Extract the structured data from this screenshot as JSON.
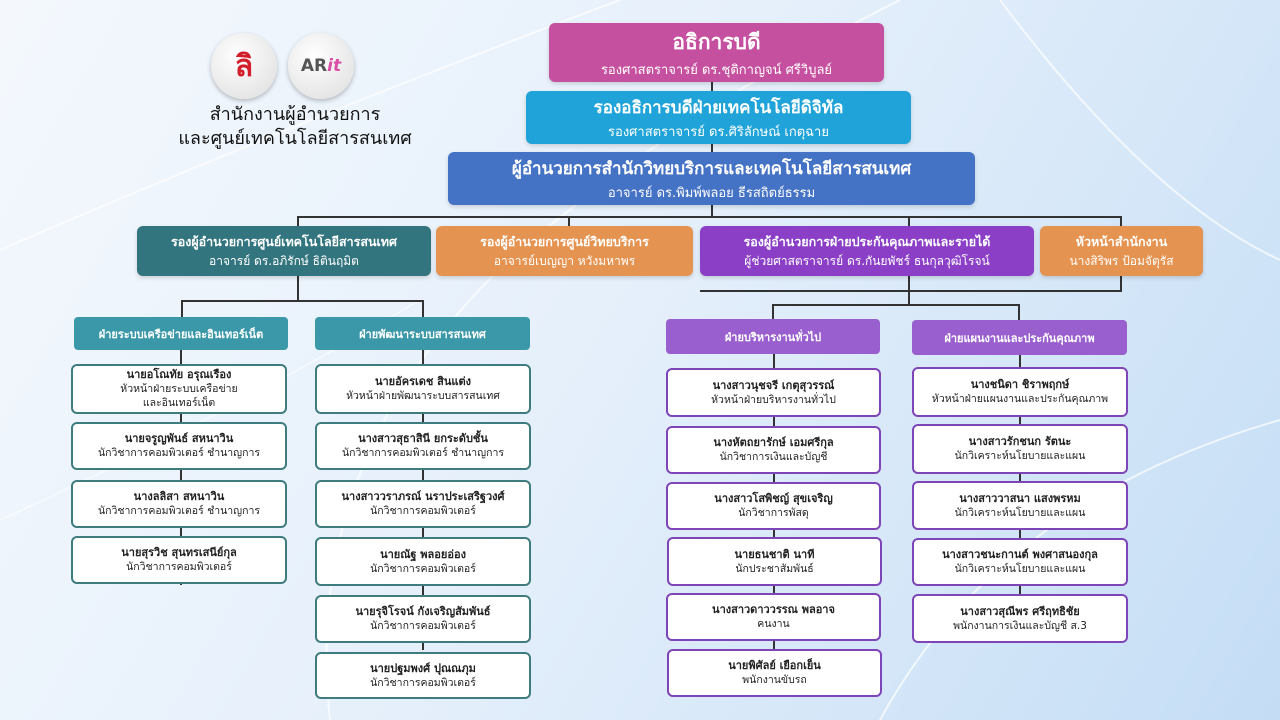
{
  "header": {
    "line1": "สำนักงานผู้อำนวยการ",
    "line2": "และศูนย์เทคโนโลยีสารสนเทศ",
    "logo_text": "ARit"
  },
  "top": [
    {
      "title": "อธิการบดี",
      "name": "รองศาสตราจารย์ ดร.ชุติกาญจน์ ศรีวิบูลย์",
      "color": "#c5509f"
    },
    {
      "title": "รองอธิการบดีฝ่ายเทคโนโลยีดิจิทัล",
      "name": "รองศาสตราจารย์ ดร.ศิริลักษณ์ เกตุฉาย",
      "color": "#1fa3d8"
    },
    {
      "title": "ผู้อำนวยการสำนักวิทยบริการและเทคโนโลยีสารสนเทศ",
      "name": "อาจารย์ ดร.พิมพ์พลอย ธีรสถิตย์ธรรม",
      "color": "#4472c4"
    }
  ],
  "deputies": [
    {
      "title": "รองผู้อำนวยการศูนย์เทคโนโลยีสารสนเทศ",
      "name": "อาจารย์ ดร.อภิรักษ์ ธิตินฤมิต",
      "color": "#33757f"
    },
    {
      "title": "รองผู้อำนวยการศูนย์วิทยบริการ",
      "name": "อาจารย์เบญญา หวังมหาพร",
      "color": "#e59350"
    },
    {
      "title": "รองผู้อำนวยการฝ่ายประกันคุณภาพและรายได้",
      "name": "ผู้ช่วยศาสตราจารย์ ดร.กันยพัชร์ ธนกุลวุฒิโรจน์",
      "color": "#8b3fc6"
    },
    {
      "title": "หัวหน้าสำนักงาน",
      "name": "นางสิริพร ป้อมจัตุรัส",
      "color": "#e59350"
    }
  ],
  "departments": [
    {
      "title": "ฝ่ายระบบเครือข่ายและอินเทอร์เน็ต",
      "staff": [
        {
          "name": "นายอโณทัย อรุณเรือง",
          "role": "หัวหน้าฝ่ายระบบเครือข่าย",
          "role2": "และอินเทอร์เน็ต"
        },
        {
          "name": "นายจรูญพันธ์ สหนาวิน",
          "role": "นักวิชาการคอมพิวเตอร์ ชำนาญการ"
        },
        {
          "name": "นางลลิสา สหนาวิน",
          "role": "นักวิชาการคอมพิวเตอร์ ชำนาญการ"
        },
        {
          "name": "นายสุรวิช สุนทรเสนีย์กุล",
          "role": "นักวิชาการคอมพิวเตอร์"
        }
      ]
    },
    {
      "title": "ฝ่ายพัฒนาระบบสารสนเทศ",
      "staff": [
        {
          "name": "นายอัครเดช สินแต่ง",
          "role": "หัวหน้าฝ่ายพัฒนาระบบสารสนเทศ"
        },
        {
          "name": "นางสาวสุธาสินี ยกระดับชั้น",
          "role": "นักวิชาการคอมพิวเตอร์ ชำนาญการ"
        },
        {
          "name": "นางสาววราภรณ์ นราประเสริฐวงศ์",
          "role": "นักวิชาการคอมพิวเตอร์"
        },
        {
          "name": "นายณัฐ พลอยอ่อง",
          "role": "นักวิชาการคอมพิวเตอร์"
        },
        {
          "name": "นายรุจิโรจน์ กังเจริญสัมพันธ์",
          "role": "นักวิชาการคอมพิวเตอร์"
        },
        {
          "name": "นายปฐมพงศ์ ปุณณภุม",
          "role": "นักวิชาการคอมพิวเตอร์"
        }
      ]
    },
    {
      "title": "ฝ่ายบริหารงานทั่วไป",
      "staff": [
        {
          "name": "นางสาวนุชจรี เกตุสุวรรณ์",
          "role": "หัวหน้าฝ่ายบริหารงานทั่วไป"
        },
        {
          "name": "นางหัตถยารักษ์ เอมศรีกุล",
          "role": "นักวิชาการเงินและบัญชี"
        },
        {
          "name": "นางสาวโสพิชญ์ สุขเจริญ",
          "role": "นักวิชาการพัสดุ"
        },
        {
          "name": "นายธนชาติ นาที",
          "role": "นักประชาสัมพันธ์"
        },
        {
          "name": "นางสาวดาววรรณ พลอาจ",
          "role": "คนงาน"
        },
        {
          "name": "นายพิศัลย์ เยือกเย็น",
          "role": "พนักงานขับรถ"
        }
      ]
    },
    {
      "title": "ฝ่ายแผนงานและประกันคุณภาพ",
      "staff": [
        {
          "name": "นางชนิดา ชิราพฤกษ์",
          "role": "หัวหน้าฝ่ายแผนงานและประกันคุณภาพ"
        },
        {
          "name": "นางสาวรักชนก รัตนะ",
          "role": "นักวิเคราะห์นโยบายและแผน"
        },
        {
          "name": "นางสาววาสนา แสงพรหม",
          "role": "นักวิเคราะห์นโยบายและแผน"
        },
        {
          "name": "นางสาวชนะกานต์ พงศาสนองกุล",
          "role": "นักวิเคราะห์นโยบายและแผน"
        },
        {
          "name": "นางสาวสุณีพร ศรีฤทธิชัย",
          "role": "พนักงานการเงินและบัญชี ส.3"
        }
      ]
    }
  ]
}
